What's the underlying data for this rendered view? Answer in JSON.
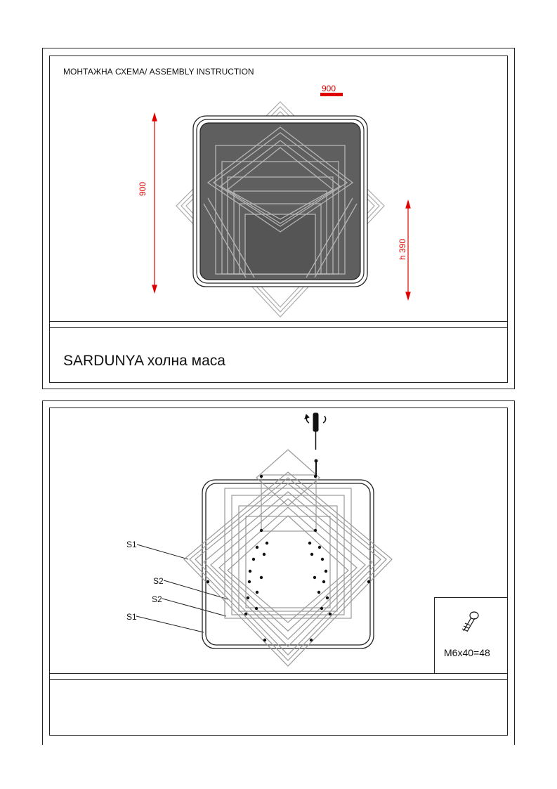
{
  "sheet1": {
    "header": "МОНТАЖНА СХЕМА/ ASSEMBLY INSTRUCTION",
    "dim_width": "900",
    "dim_height": "900",
    "dim_h": "h 390",
    "title": "SARDUNYA холна маса"
  },
  "sheet2": {
    "labels": [
      "S1",
      "S2",
      "S2",
      "S1"
    ],
    "screw_spec": "M6x40=48"
  },
  "colors": {
    "dimension": "#e00000",
    "top_fill": "#5f5f5f",
    "frame_line": "#999999"
  }
}
